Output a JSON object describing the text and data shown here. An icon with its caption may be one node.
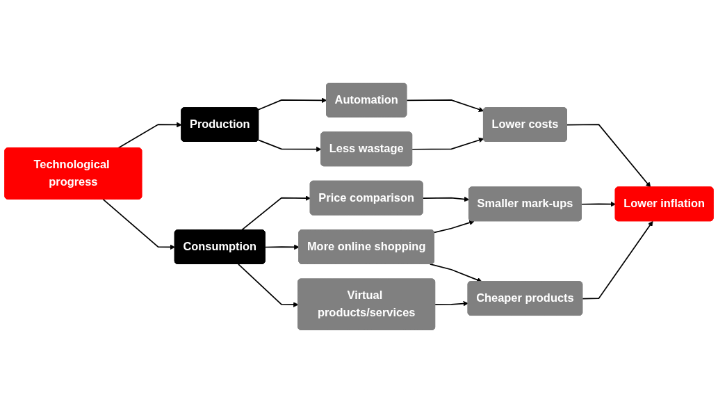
{
  "diagram": {
    "nodes": [
      {
        "text": [
          "Technological progress"
        ]
      },
      {
        "text": [
          "Production"
        ]
      },
      {
        "text": [
          "Consumption"
        ]
      },
      {
        "text": [
          "Automation"
        ]
      },
      {
        "text": [
          "Less wastage"
        ]
      },
      {
        "text": [
          "Price comparison"
        ]
      },
      {
        "text": [
          "More online shopping"
        ]
      },
      {
        "text": [
          "Virtual products/services"
        ]
      },
      {
        "text": [
          "Lower costs"
        ]
      },
      {
        "text": [
          "Smaller mark-ups"
        ]
      },
      {
        "text": [
          "Cheaper products"
        ]
      },
      {
        "text": [
          "Lower inflation"
        ]
      }
    ],
    "edges": [
      {
        "from": 0,
        "to": 1,
        "arrow": "to"
      },
      {
        "from": 0,
        "to": 2,
        "arrow": "to"
      },
      {
        "from": 1,
        "to": 3,
        "arrow": "to"
      },
      {
        "from": 1,
        "to": 4,
        "arrow": "to"
      },
      {
        "from": 2,
        "to": 5,
        "arrow": "to"
      },
      {
        "from": 2,
        "to": 6,
        "arrow": "to"
      },
      {
        "from": 2,
        "to": 7,
        "arrow": "to"
      },
      {
        "from": 3,
        "to": 8,
        "arrow": "to"
      },
      {
        "from": 4,
        "to": 8,
        "arrow": "to"
      },
      {
        "from": 5,
        "to": 9,
        "arrow": "to"
      },
      {
        "from": 6,
        "to": 9,
        "arrow": "to"
      },
      {
        "from": 6,
        "to": 10,
        "arrow": "to"
      },
      {
        "from": 7,
        "to": 10,
        "arrow": "to"
      },
      {
        "from": 8,
        "to": 11,
        "arrow": "to"
      },
      {
        "from": 9,
        "to": 11,
        "arrow": "to"
      },
      {
        "from": 10,
        "to": 11,
        "arrow": "to"
      }
    ]
  }
}
